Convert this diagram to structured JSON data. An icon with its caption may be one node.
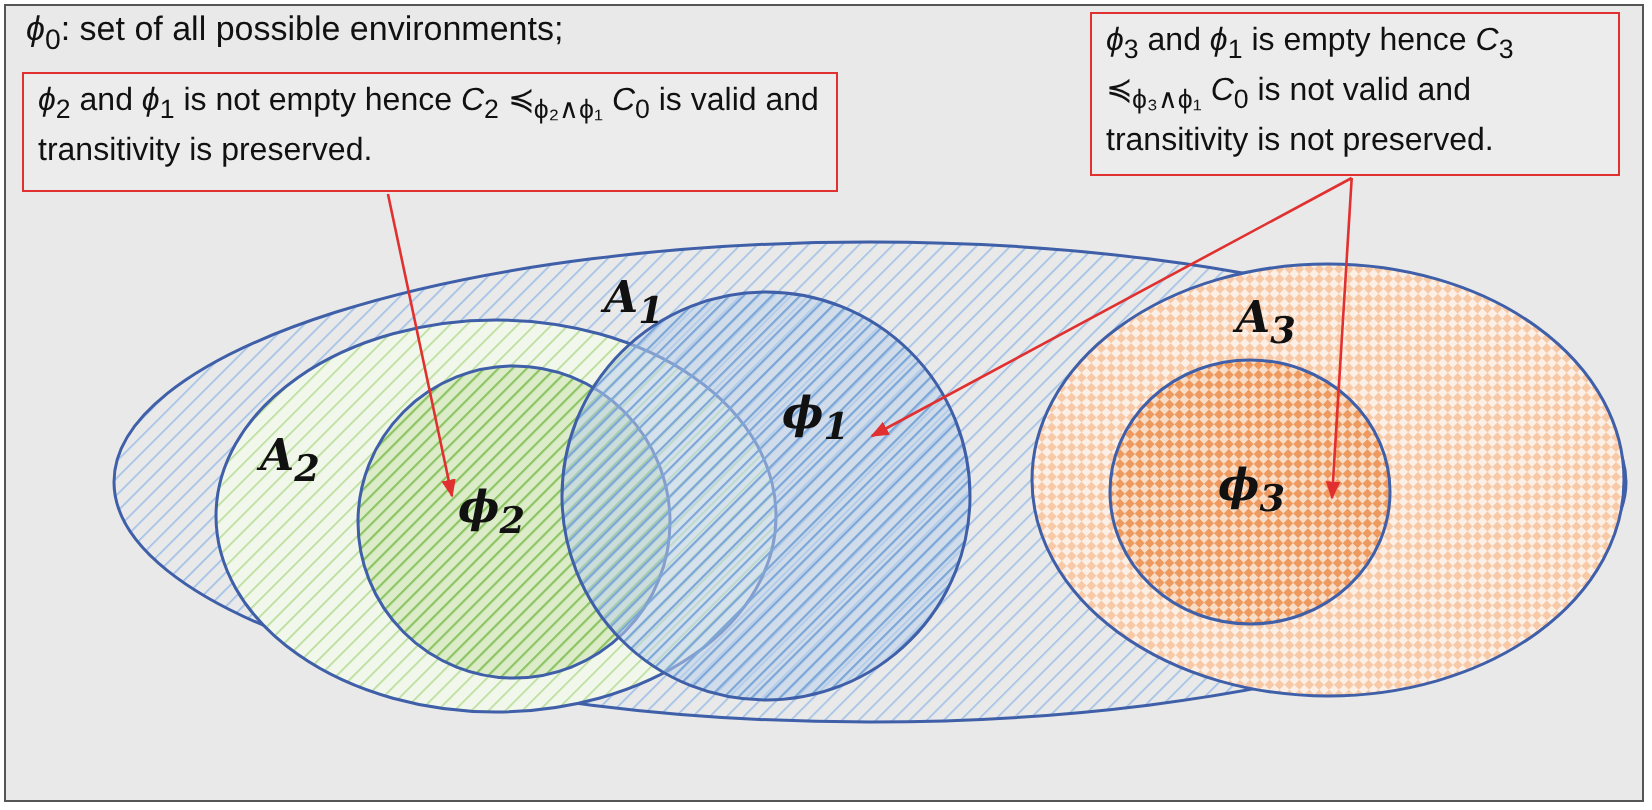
{
  "diagram": {
    "nodes": [
      {
        "text": [
          "A$_{1}$"
        ]
      },
      {
        "text": [
          "A$_{2}$"
        ],
        "in": 0
      },
      {
        "text": [
          "ϕ$_{2}$"
        ],
        "in": 1
      },
      {
        "text": [
          "ϕ$_{1}$"
        ],
        "in": 0
      },
      {
        "text": [
          "A$_{3}$"
        ],
        "in": 0
      },
      {
        "text": [
          "ϕ$_{3}$"
        ],
        "in": 4
      },
      {
        "text": [
          "*ϕ*$_{2}$ and *ϕ*$_{1}$ is not empty hence *C*$_{2}$ ≼$_{ϕ₂∧ϕ₁}$ *C*$_{0}$ is valid and transitivity is preserved."
        ]
      },
      {
        "text": [
          "*ϕ*$_{3}$ and *ϕ*$_{1}$ is empty hence *C*$_{3}$ ≼$_{ϕ₃∧ϕ₁}$ *C*$_{0}$ is not valid and transitivity is not preserved."
        ]
      }
    ],
    "edges": [
      {
        "from": 6,
        "to": 2,
        "arrow": "to"
      },
      {
        "from": 7,
        "to": 3,
        "arrow": "to"
      },
      {
        "from": 7,
        "to": 5,
        "arrow": "to"
      }
    ],
    "labels": [
      "*ϕ*$_{0}$: set of all possible environments;"
    ]
  }
}
